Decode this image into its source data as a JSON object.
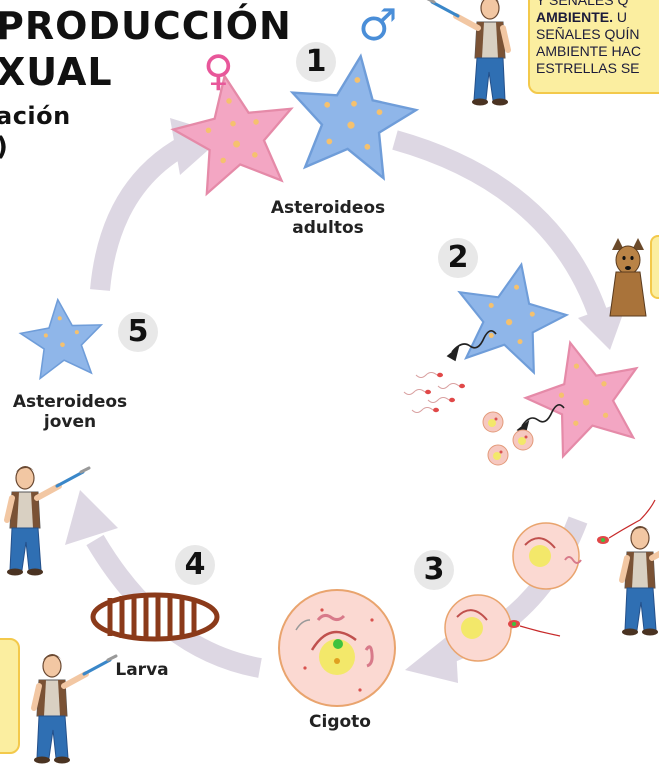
{
  "title": {
    "line1": "PRODUCCIÓN",
    "line2": "XUAL",
    "line3": "ación",
    "line4": ")"
  },
  "symbols": {
    "male": "♂",
    "female": "♀"
  },
  "stages": [
    {
      "number": "1",
      "label_lines": [
        "Asteroideos",
        "adultos"
      ]
    },
    {
      "number": "2",
      "label_lines": []
    },
    {
      "number": "3",
      "label_lines": [
        "Cigoto"
      ]
    },
    {
      "number": "4",
      "label_lines": [
        "Larva"
      ]
    },
    {
      "number": "5",
      "label_lines": [
        "Asteroideos",
        "joven"
      ]
    }
  ],
  "speech_bubble": {
    "line0": "Y SEÑALES Q",
    "line1_bold": "AMBIENTE.",
    "line1_rest": " U",
    "line2": "SEÑALES QUÍN",
    "line3": "AMBIENTE HAC",
    "line4": "ESTRELLAS SE"
  },
  "colors": {
    "cycle_arrow": "#ddd7e3",
    "male_star": "#8fb6e9",
    "female_star": "#f3a6c3",
    "star_dots": "#f5c16e",
    "male_symbol": "#4a8ed8",
    "female_symbol": "#e8579a",
    "larva": "#8b3a1a",
    "cell_fill": "#fbd9d2",
    "cell_border": "#e9a46e",
    "bubble_fill": "#fbeea0",
    "bubble_border": "#f3c94b"
  }
}
